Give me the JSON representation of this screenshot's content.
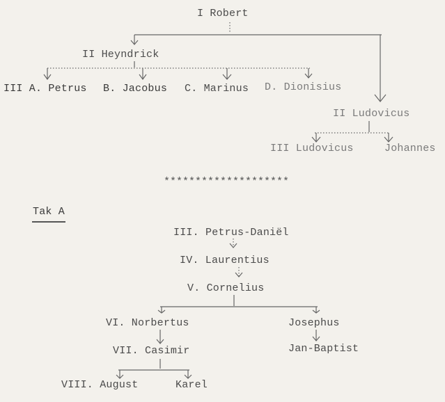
{
  "tree1": {
    "robert": "I Robert",
    "heyndrick": "II Heyndrick",
    "petrus": "III A. Petrus",
    "jacobus": "B. Jacobus",
    "marinus": "C. Marinus",
    "dionisius": "D. Dionisius",
    "ludovicus2": "II Ludovicus",
    "ludovicus3": "III Ludovicus",
    "johannes": "Johannes"
  },
  "separator": "********************",
  "tak_a": {
    "heading": "Tak A",
    "petrus_daniel": "III. Petrus-Daniël",
    "laurentius": "IV. Laurentius",
    "cornelius": "V. Cornelius",
    "norbertus": "VI. Norbertus",
    "josephus": "Josephus",
    "casimir": "VII. Casimir",
    "jan_baptist": "Jan-Baptist",
    "august": "VIII. August",
    "karel": "Karel"
  }
}
